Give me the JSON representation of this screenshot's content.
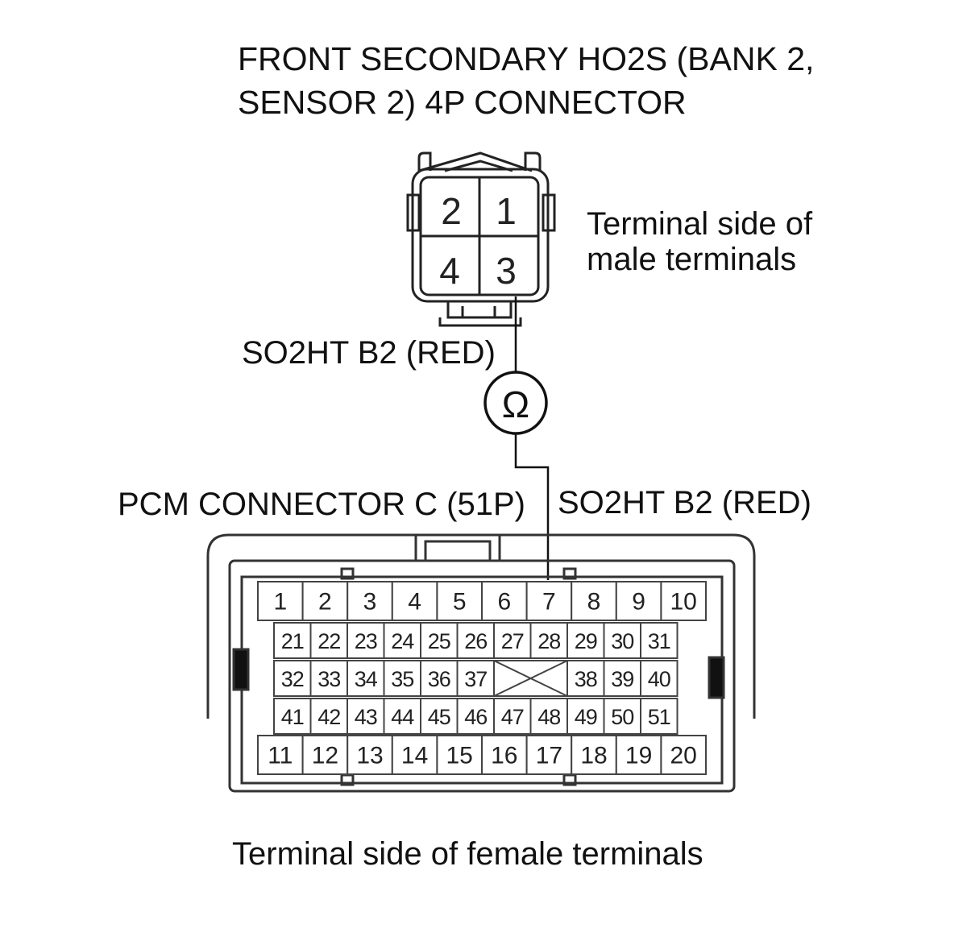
{
  "title_sensor": [
    "FRONT SECONDARY HO2S (BANK 2,",
    "SENSOR 2) 4P CONNECTOR"
  ],
  "sensor_side_label": [
    "Terminal side of",
    "male terminals"
  ],
  "wire_label_top": "SO2HT B2 (RED)",
  "wire_label_bottom": "SO2HT B2 (RED)",
  "pcm_label": "PCM CONNECTOR C (51P)",
  "pcm_side_label": "Terminal side of female terminals",
  "meter_symbol": "Ω",
  "sensor_connector": {
    "terminals_top": [
      "2",
      "1"
    ],
    "terminals_bottom": [
      "4",
      "3"
    ],
    "probed_terminal": "3"
  },
  "pcm_connector": {
    "probed_terminal": "7",
    "row1": [
      "1",
      "2",
      "3",
      "4",
      "5",
      "6",
      "7",
      "8",
      "9",
      "10"
    ],
    "row2": [
      "21",
      "22",
      "23",
      "24",
      "25",
      "26",
      "27",
      "28",
      "29",
      "30",
      "31"
    ],
    "row3_left": [
      "32",
      "33",
      "34",
      "35",
      "36",
      "37"
    ],
    "row3_right": [
      "38",
      "39",
      "40"
    ],
    "row4": [
      "41",
      "42",
      "43",
      "44",
      "45",
      "46",
      "47",
      "48",
      "49",
      "50",
      "51"
    ],
    "row5": [
      "11",
      "12",
      "13",
      "14",
      "15",
      "16",
      "17",
      "18",
      "19",
      "20"
    ]
  }
}
